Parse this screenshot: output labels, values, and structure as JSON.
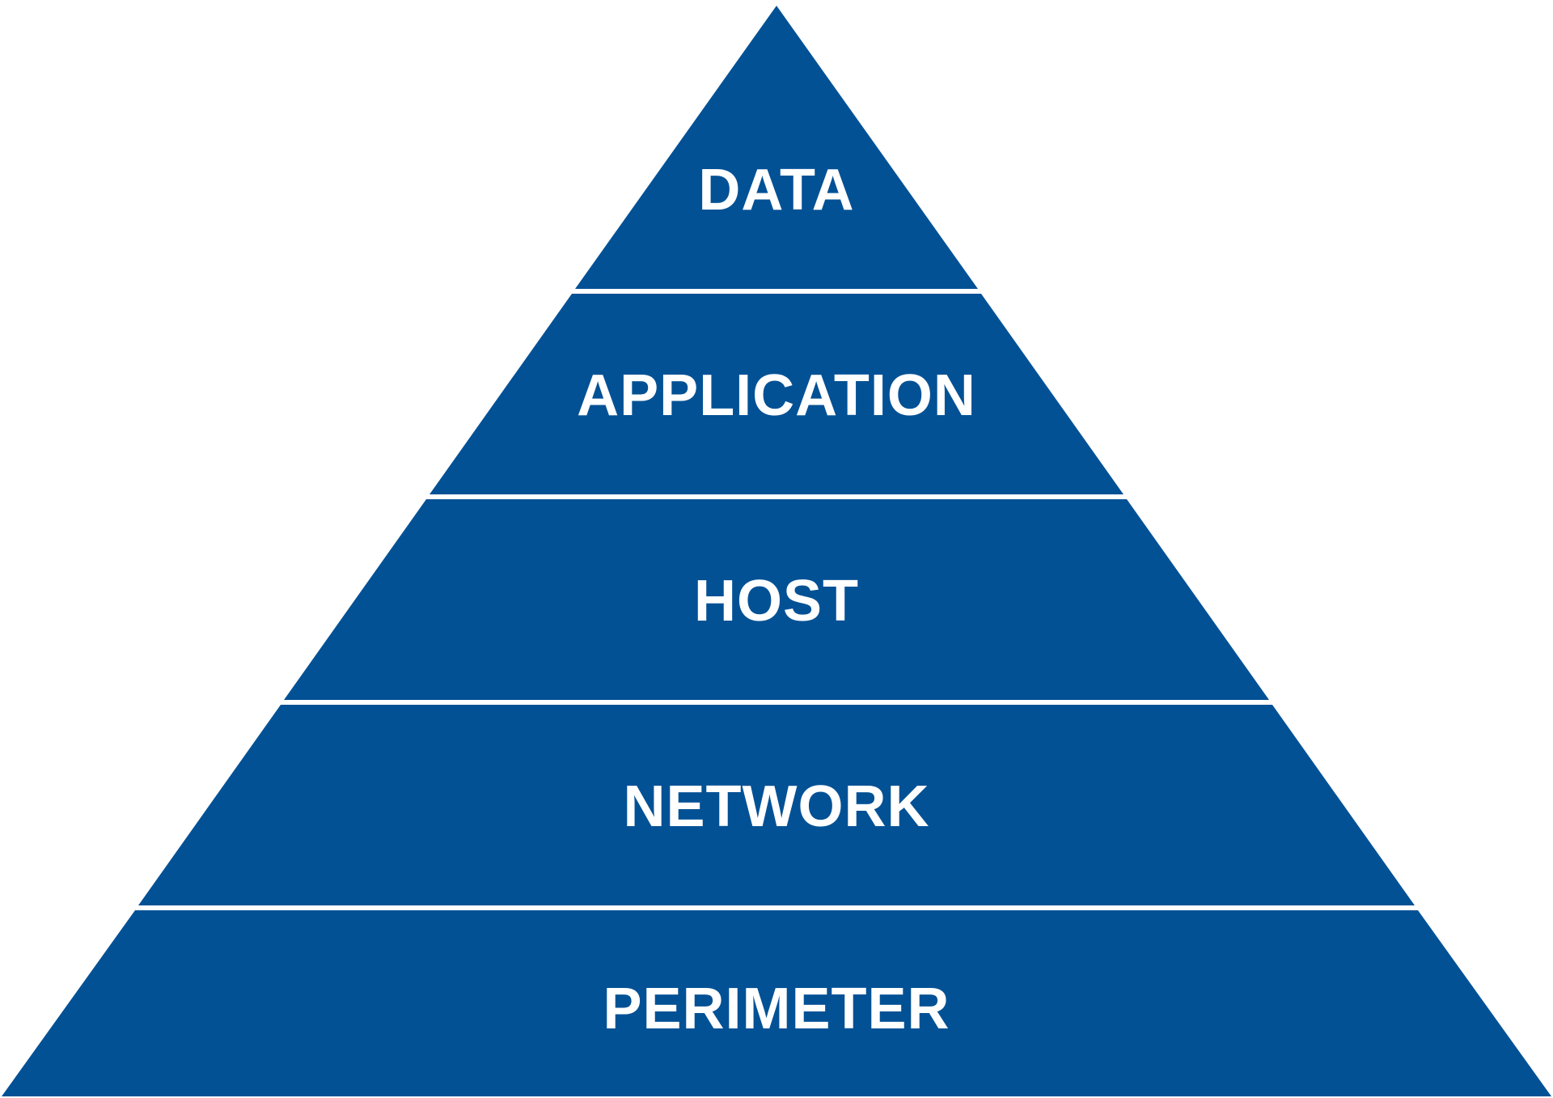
{
  "diagram": {
    "layers": [
      {
        "label": "DATA"
      },
      {
        "label": "APPLICATION"
      },
      {
        "label": "HOST"
      },
      {
        "label": "NETWORK"
      },
      {
        "label": "PERIMETER"
      }
    ],
    "colors": {
      "fill": "#035195",
      "text": "#ffffff",
      "background": "#ffffff"
    }
  }
}
